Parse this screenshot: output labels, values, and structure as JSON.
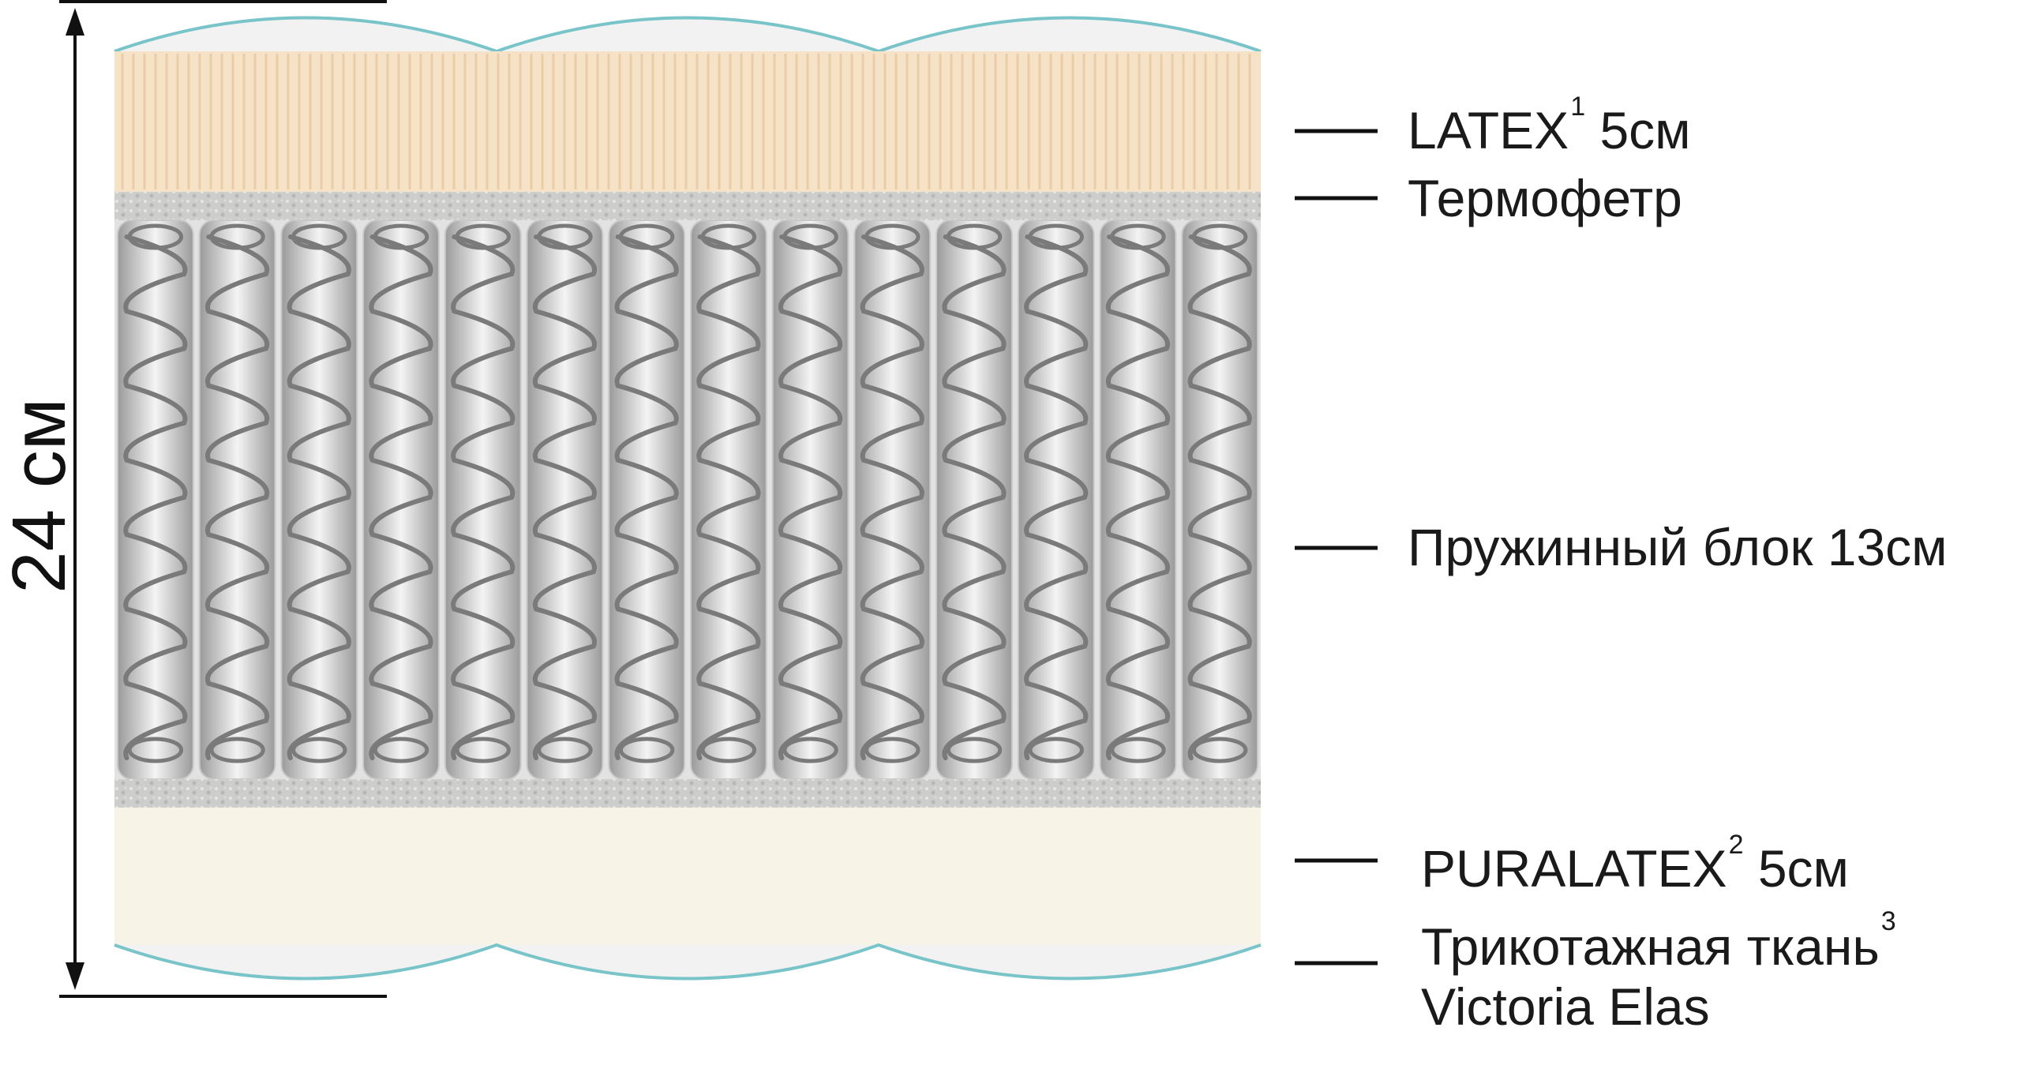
{
  "dimension": {
    "total_height_label": "24 см"
  },
  "layers": [
    {
      "id": "latex",
      "text": "LATEX",
      "sup": "1",
      "suffix": " 5см"
    },
    {
      "id": "thermofelt",
      "text": "Термофетр",
      "sup": "",
      "suffix": ""
    },
    {
      "id": "spring-block",
      "text": "Пружинный блок 13см",
      "sup": "",
      "suffix": ""
    },
    {
      "id": "puralatex",
      "text": "PURALATEX",
      "sup": "2",
      "suffix": " 5см"
    },
    {
      "id": "fabric",
      "text": "Трикотажная ткань",
      "sup": "3",
      "suffix": "",
      "line2": "Victoria Elas"
    }
  ],
  "spring_count": 14,
  "colors": {
    "latex": "#f6e2c6",
    "latex_stripe": "#e9cca8",
    "felt": "#c9c9c7",
    "puralatex": "#f7f3e6",
    "cover_stroke": "#79c4c8",
    "spring_coil": "#7a7a7a",
    "spring_bg": "#d8d8d8",
    "leader": "#111111"
  }
}
